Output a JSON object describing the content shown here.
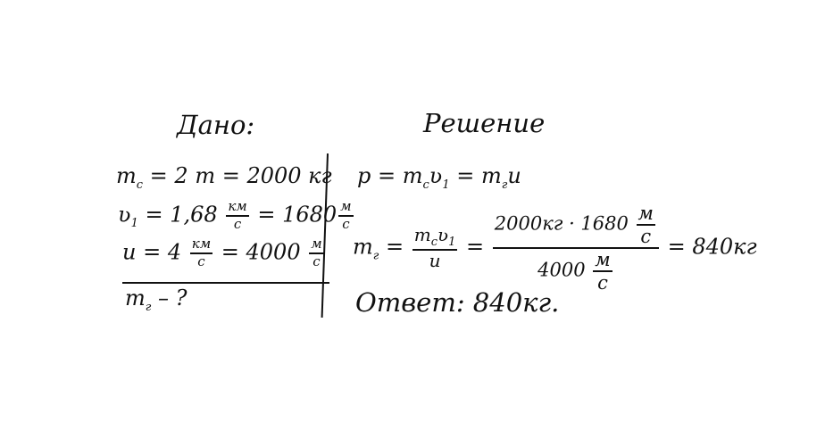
{
  "given": {
    "heading": "Дано:",
    "mass_c": "m<sub>c</sub> = 2 т = 2000 кг",
    "v1_left": "ʋ",
    "v1_sub": "1",
    "v1_eq": " = 1,68 ",
    "v1_num": "км",
    "v1_den": "с",
    "v1_mid": " = 1680",
    "v1_num2": "м",
    "v1_den2": "с",
    "u_left": "u = 4 ",
    "u_num": "км",
    "u_den": "с",
    "u_mid": " = 4000 ",
    "u_num2": "м",
    "u_den2": "с",
    "find": "m",
    "find_sub": "г",
    "find_tail": " – ?"
  },
  "solution": {
    "heading": "Решение",
    "momentum_p": "p = m",
    "momentum_sub1": "c",
    "momentum_v": "ʋ",
    "momentum_sub2": "1",
    "momentum_tail": " = m",
    "momentum_sub3": "г",
    "momentum_u": "u",
    "mr_left": "m",
    "mr_left_sub": "г",
    "mr_eq": " = ",
    "frac1_num": "m",
    "frac1_num_sub": "c",
    "frac1_num_v": "ʋ",
    "frac1_num_v_sub": "1",
    "frac1_den": "u",
    "eq2": " = ",
    "frac2_num_text": "2000кг · 1680 ",
    "frac2_num_unit_num": "м",
    "frac2_num_unit_den": "с",
    "frac2_den_text": "4000 ",
    "frac2_den_unit_num": "м",
    "frac2_den_unit_den": "с",
    "result": " = 840кг"
  },
  "answer": {
    "text": "Ответ: 840кг."
  }
}
